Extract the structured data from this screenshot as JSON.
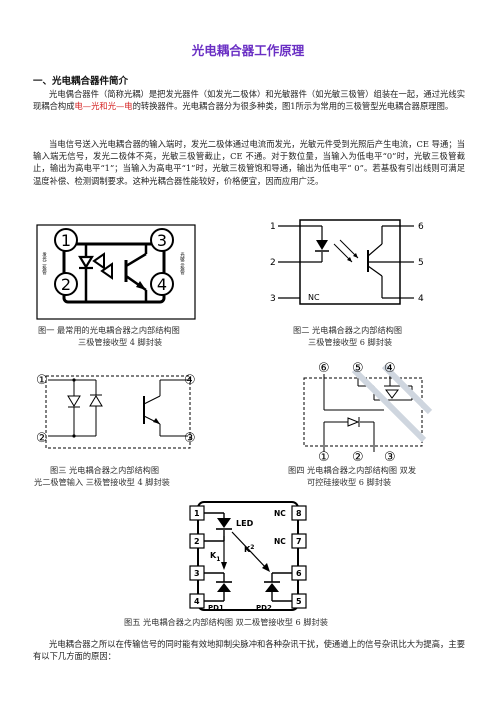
{
  "doc": {
    "title": "光电耦合器工作原理",
    "section1_heading": "一、光电耦合器件简介",
    "p1_a": "光电偶合器件（简称光耦）是把发光器件（如发光二极体）和光敏器件（如光敏三极管）组装在一起，通过光线实现耦合构成",
    "p1_red": "电—光和光—电",
    "p1_b": "的转换器件。光电耦合器分为很多种类，图1所示为常用的三极管型光电耦合器原理图。",
    "p2": "当电信号送入光电耦合器的输入端时，发光二极体通过电流而发光，光敏元件受到光照后产生电流，CE 导通；当输入端无信号，发光二极体不亮，光敏三极管截止，CE 不通。对于数位量，当输入为低电平“0”时，光敏三极管截止，输出为高电平“1”；当输入为高电平“1”时，光敏三极管饱和导通，输出为低电平“ 0”。若基极有引出线则可满足温度补偿、检测调制要求。这种光耦合器性能较好，价格便宜，因而应用广泛。",
    "p3": "光电耦合器之所以在传输信号的同时能有效地抑制尖脉冲和各种杂讯干扰，使通道上的信号杂讯比大为提高，主要有以下几方面的原因："
  },
  "figures": {
    "fig1": {
      "pins": [
        "1",
        "2",
        "3",
        "4"
      ],
      "left_label": "发光二极管",
      "right_label": "光敏三极管",
      "caption_l1": "图一  最常用的光电耦合器之内部结构图",
      "caption_l2": "三极管接收型  4 脚封装"
    },
    "fig2": {
      "pins": [
        "1",
        "2",
        "3",
        "6",
        "5",
        "4"
      ],
      "nc": "NC",
      "caption_l1": "图二  光电耦合器之内部结构图",
      "caption_l2": "三极管接收型  6 脚封装"
    },
    "fig3": {
      "pins": [
        "①",
        "②",
        "④",
        "③"
      ],
      "caption_l1": "图三  光电耦合器之内部结构图",
      "caption_l2": "光二极管输入  三极管接收型  4 脚封装"
    },
    "fig4": {
      "pins": [
        "⑥",
        "⑤",
        "④",
        "①",
        "②",
        "③"
      ],
      "caption_l1": "图四  光电耦合器之内部结构图  双发",
      "caption_l2": "可控硅接收型  6 脚封装"
    },
    "fig5": {
      "pins": [
        "1",
        "2",
        "3",
        "4",
        "8",
        "7",
        "6",
        "5"
      ],
      "led": "LED",
      "nc1": "NC",
      "nc2": "NC",
      "k1": "K",
      "k1_sub": "1",
      "k2": "K",
      "k2_sub": "2",
      "pd1": "PD1",
      "pd2": "PD2",
      "caption": "图五  光电耦合器之内部结构图  双二极管接收型  6 脚封装"
    }
  },
  "colors": {
    "title": "#6a2fc4",
    "highlight": "#d42020"
  }
}
